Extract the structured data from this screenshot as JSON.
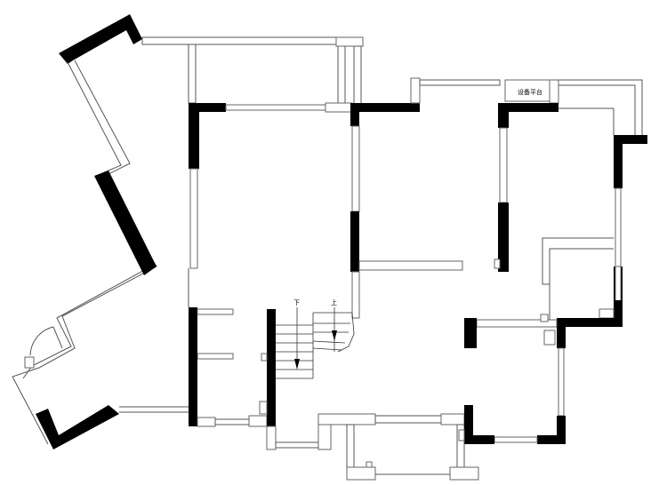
{
  "labels": {
    "equipment_platform": "设备平台",
    "stair_down": "下",
    "stair_up": "上"
  },
  "colors": {
    "wall": "#000000",
    "line": "#555555",
    "background": "#ffffff"
  }
}
